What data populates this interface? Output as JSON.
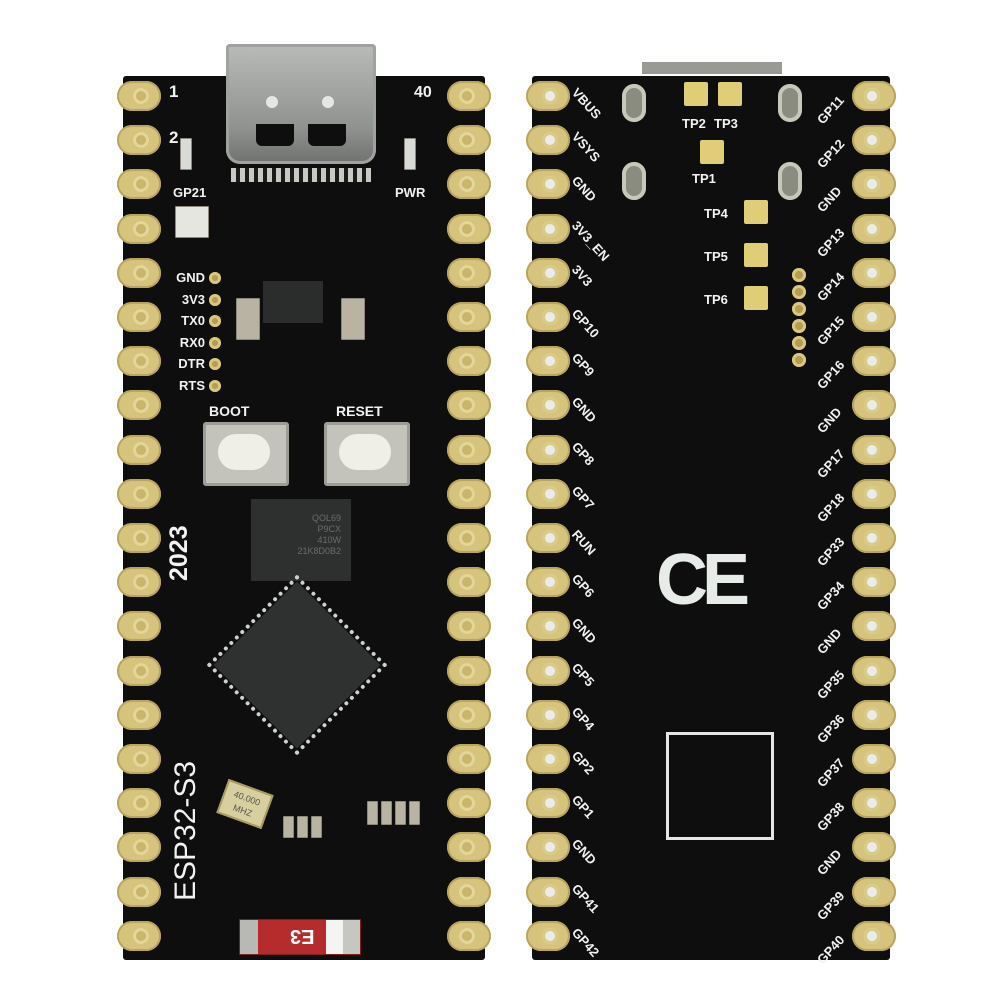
{
  "image": {
    "description": "Product photo of an ESP32-S3 development board shown front (left) and back (right) on a white background",
    "colors": {
      "pcb": "#0d0e0d",
      "gold_pad": "#d6c47c",
      "silkscreen": "#f2f2f2",
      "background": "#ffffff",
      "fuse_red": "#b62c2c"
    }
  },
  "front": {
    "pin_number_labels": {
      "pin1": "1",
      "pin2": "2",
      "pin40": "40"
    },
    "led_labels": {
      "gp21": "GP21",
      "pwr": "PWR"
    },
    "uart_header_labels": [
      "GND",
      "3V3",
      "TX0",
      "RX0",
      "DTR",
      "RTS"
    ],
    "buttons": {
      "boot": "BOOT",
      "reset": "RESET"
    },
    "board_name": "ESP32-S3",
    "year": "2023",
    "crystal": {
      "line1": "40.000",
      "line2": "MHZ"
    },
    "fuse_marking": "E3",
    "left_pin_count": 20,
    "right_pin_count": 20
  },
  "back": {
    "left_pins": [
      "VBUS",
      "VSYS",
      "GND",
      "3V3_EN",
      "3V3",
      "GP10",
      "GP9",
      "GND",
      "GP8",
      "GP7",
      "RUN",
      "GP6",
      "GND",
      "GP5",
      "GP4",
      "GP2",
      "GP1",
      "GND",
      "GP41",
      "GP42"
    ],
    "right_pins": [
      "GP11",
      "GP12",
      "GND",
      "GP13",
      "GP14",
      "GP15",
      "GP16",
      "GND",
      "GP17",
      "GP18",
      "GP33",
      "GP34",
      "GND",
      "GP35",
      "GP36",
      "GP37",
      "GP38",
      "GND",
      "GP39",
      "GP40"
    ],
    "test_points": [
      "TP1",
      "TP2",
      "TP3",
      "TP4",
      "TP5",
      "TP6"
    ],
    "certification_mark": "CE",
    "header_6pin_count": 6
  }
}
